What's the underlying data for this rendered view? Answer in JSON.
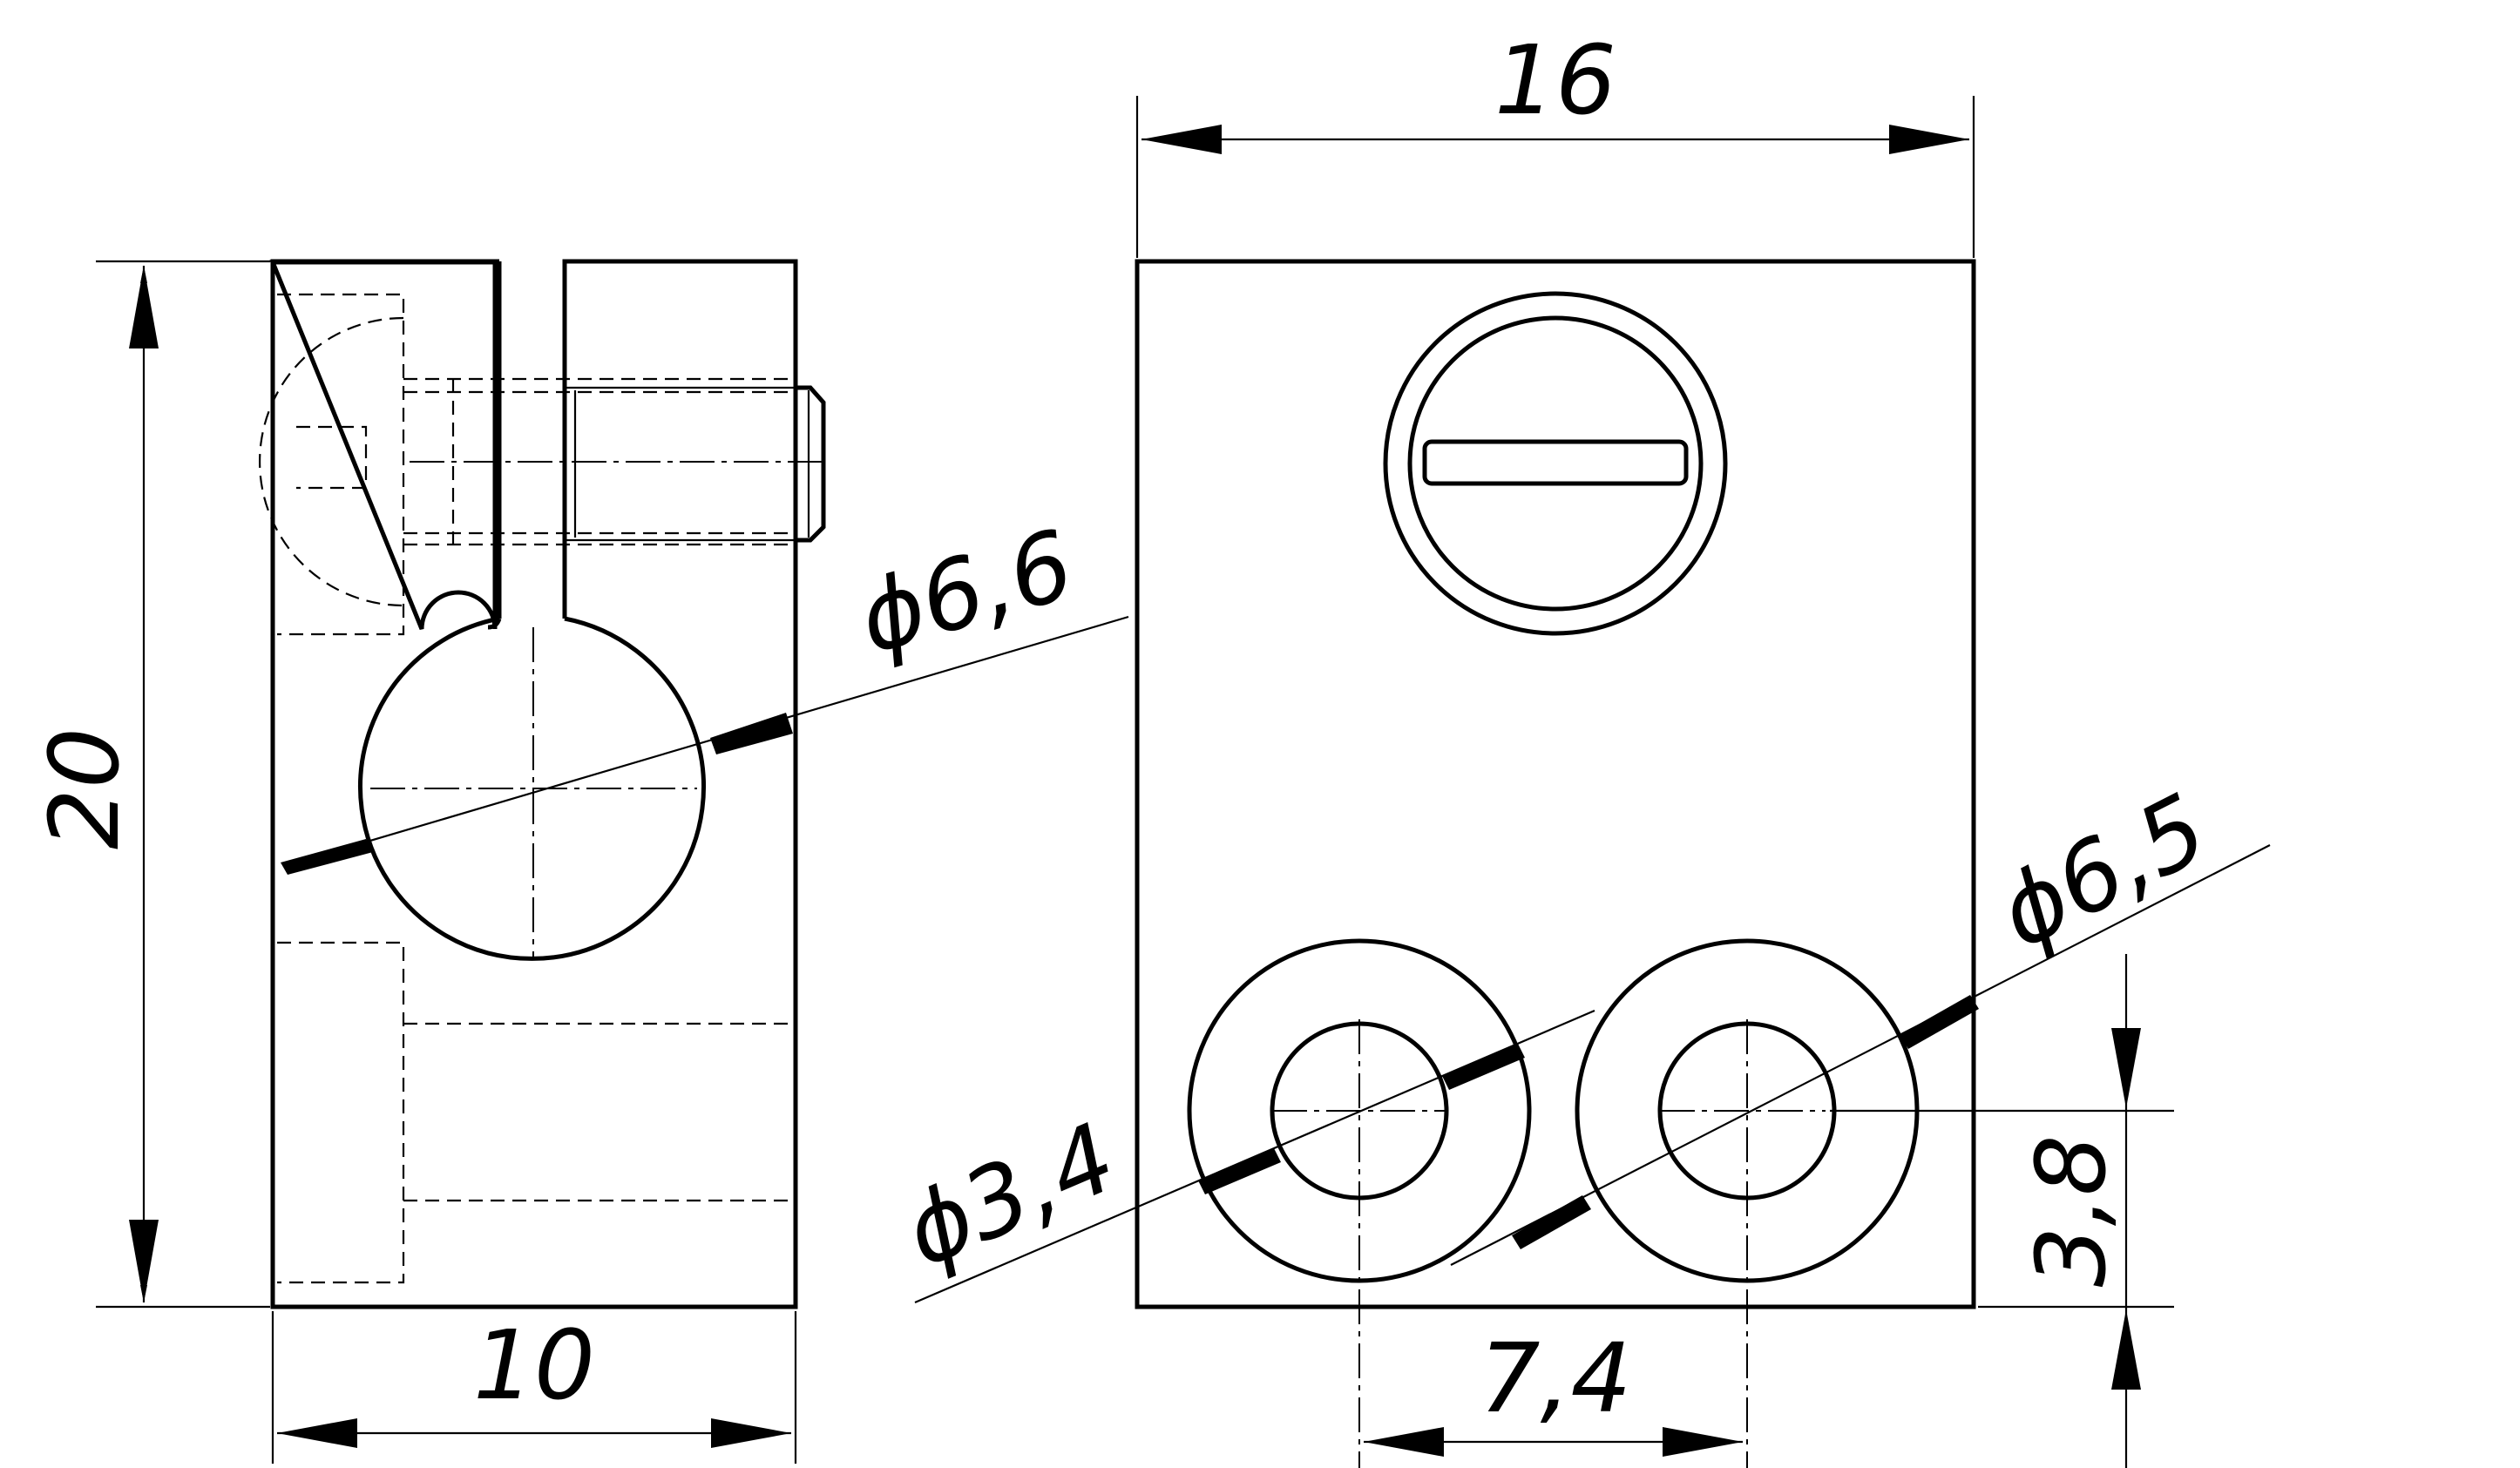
{
  "drawing": {
    "side_view": {
      "height_dimension": "20",
      "width_dimension": "10",
      "bore_diameter_dimension": "ϕ6,6"
    },
    "front_view": {
      "width_dimension": "16",
      "small_hole_diameter_dimension": "ϕ3,4",
      "counterbore_diameter_dimension": "ϕ6,5",
      "hole_spacing_dimension": "7,4",
      "hole_offset_dimension": "3,8"
    },
    "colors": {
      "line": "#000000",
      "background": "#ffffff"
    }
  }
}
